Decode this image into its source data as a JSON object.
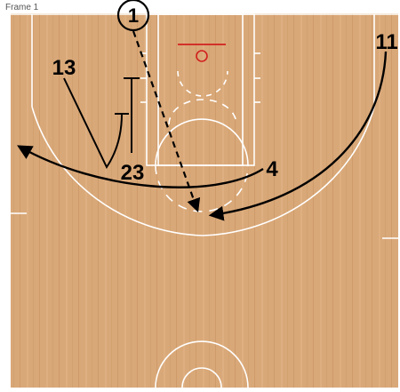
{
  "frame": {
    "label": "Frame 1"
  },
  "colors": {
    "wood": "#d9a878",
    "wood_dark": "#c89663",
    "court_line": "#ffffff",
    "rim": "#d12020",
    "ink": "#000000"
  },
  "players": [
    {
      "id": "p1",
      "label": "1",
      "circled": true
    },
    {
      "id": "p11",
      "label": "11",
      "circled": false
    },
    {
      "id": "p13",
      "label": "13",
      "circled": false
    },
    {
      "id": "p23",
      "label": "23",
      "circled": false
    },
    {
      "id": "p4",
      "label": "4",
      "circled": false
    }
  ],
  "actions": [
    {
      "id": "pass-1-to-basket-area",
      "type": "pass",
      "from": "1"
    },
    {
      "id": "cut-11",
      "type": "cut",
      "from": "11"
    },
    {
      "id": "cut-4",
      "type": "cut",
      "from": "4"
    },
    {
      "id": "screen-23",
      "type": "screen",
      "from": "23"
    },
    {
      "id": "screen-13",
      "type": "screen",
      "from": "13"
    }
  ]
}
